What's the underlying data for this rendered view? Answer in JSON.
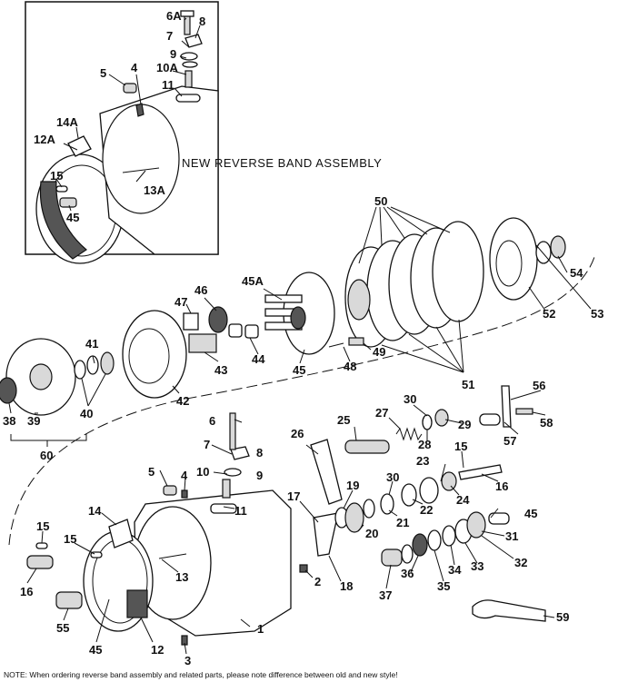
{
  "inset": {
    "title": "NEW REVERSE BAND ASSEMBLY",
    "labels": [
      "6A",
      "8",
      "7",
      "9",
      "10A",
      "5",
      "4",
      "11",
      "14A",
      "12A",
      "15",
      "13A",
      "45"
    ]
  },
  "labels": [
    "50",
    "45A",
    "54",
    "46",
    "47",
    "52",
    "53",
    "41",
    "43",
    "44",
    "49",
    "48",
    "45",
    "51",
    "42",
    "38",
    "39",
    "40",
    "60",
    "56",
    "6",
    "30",
    "27",
    "25",
    "29",
    "58",
    "26",
    "28",
    "57",
    "8",
    "7",
    "15",
    "23",
    "10",
    "9",
    "5",
    "4",
    "16",
    "19",
    "30",
    "17",
    "22",
    "24",
    "45",
    "14",
    "11",
    "20",
    "21",
    "31",
    "15",
    "15",
    "36",
    "34",
    "33",
    "32",
    "13",
    "35",
    "2",
    "18",
    "16",
    "37",
    "59",
    "55",
    "45",
    "12",
    "1",
    "3"
  ],
  "note": "NOTE:  When ordering reverse band assembly and related parts, please note difference between old and new style!"
}
